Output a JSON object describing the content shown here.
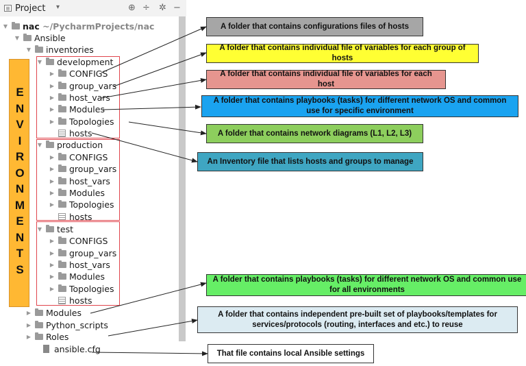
{
  "header": {
    "title": "Project"
  },
  "tree": [
    {
      "id": "nac",
      "label": "nac",
      "sublabel": "~/PycharmProjects/nac",
      "type": "folder",
      "toggle": "▼",
      "bold": true
    },
    {
      "id": "ansible",
      "label": "Ansible",
      "type": "folder",
      "toggle": "▼"
    },
    {
      "id": "inventories",
      "label": "inventories",
      "type": "folder",
      "toggle": "▼"
    },
    {
      "id": "development",
      "label": "development",
      "type": "folder",
      "toggle": "▼"
    },
    {
      "id": "dev-configs",
      "label": "CONFIGS",
      "type": "folder",
      "toggle": "▶"
    },
    {
      "id": "dev-group-vars",
      "label": "group_vars",
      "type": "folder",
      "toggle": "▶"
    },
    {
      "id": "dev-host-vars",
      "label": "host_vars",
      "type": "folder",
      "toggle": "▶"
    },
    {
      "id": "dev-modules",
      "label": "Modules",
      "type": "folder",
      "toggle": "▶"
    },
    {
      "id": "dev-topologies",
      "label": "Topologies",
      "type": "folder",
      "toggle": "▶"
    },
    {
      "id": "dev-hosts",
      "label": "hosts",
      "type": "file",
      "toggle": ""
    },
    {
      "id": "production",
      "label": "production",
      "type": "folder",
      "toggle": "▼"
    },
    {
      "id": "prod-configs",
      "label": "CONFIGS",
      "type": "folder",
      "toggle": "▶"
    },
    {
      "id": "prod-group-vars",
      "label": "group_vars",
      "type": "folder",
      "toggle": "▶"
    },
    {
      "id": "prod-host-vars",
      "label": "host_vars",
      "type": "folder",
      "toggle": "▶"
    },
    {
      "id": "prod-modules",
      "label": "Modules",
      "type": "folder",
      "toggle": "▶"
    },
    {
      "id": "prod-topologies",
      "label": "Topologies",
      "type": "folder",
      "toggle": "▶"
    },
    {
      "id": "prod-hosts",
      "label": "hosts",
      "type": "file",
      "toggle": ""
    },
    {
      "id": "test",
      "label": "test",
      "type": "folder",
      "toggle": "▼"
    },
    {
      "id": "test-configs",
      "label": "CONFIGS",
      "type": "folder",
      "toggle": "▶"
    },
    {
      "id": "test-group-vars",
      "label": "group_vars",
      "type": "folder",
      "toggle": "▶"
    },
    {
      "id": "test-host-vars",
      "label": "host_vars",
      "type": "folder",
      "toggle": "▶"
    },
    {
      "id": "test-modules",
      "label": "Modules",
      "type": "folder",
      "toggle": "▶"
    },
    {
      "id": "test-topologies",
      "label": "Topologies",
      "type": "folder",
      "toggle": "▶"
    },
    {
      "id": "test-hosts",
      "label": "hosts",
      "type": "file",
      "toggle": ""
    },
    {
      "id": "modules",
      "label": "Modules",
      "type": "folder",
      "toggle": "▶"
    },
    {
      "id": "python-scripts",
      "label": "Python_scripts",
      "type": "folder",
      "toggle": "▶"
    },
    {
      "id": "roles",
      "label": "Roles",
      "type": "folder",
      "toggle": "▶"
    },
    {
      "id": "ansible-cfg",
      "label": "ansible.cfg",
      "type": "config",
      "toggle": ""
    }
  ],
  "environments_label": [
    "E",
    "N",
    "V",
    "I",
    "R",
    "O",
    "N",
    "M",
    "E",
    "N",
    "T",
    "S"
  ],
  "callouts": [
    {
      "id": "configs",
      "text": "A folder that contains configurations files of hosts",
      "color": "#a6a6a6"
    },
    {
      "id": "group-vars",
      "text": "A folder that contains individual file of variables for each group of hosts",
      "color": "#ffff33"
    },
    {
      "id": "host-vars",
      "text": "A folder that contains individual file of variables for each host",
      "color": "#e6958f"
    },
    {
      "id": "env-modules",
      "text": "A folder that contains playbooks (tasks) for different network OS and common use for specific environment",
      "color": "#1aa3f0"
    },
    {
      "id": "topologies",
      "text": "A folder that contains network diagrams (L1, L2, L3)",
      "color": "#8dce5d"
    },
    {
      "id": "inventory-hosts",
      "text": "An Inventory file that lists hosts and groups to manage",
      "color": "#3fa6c2"
    },
    {
      "id": "common-modules",
      "text": "A folder that contains playbooks (tasks) for different network OS and common use for all environments",
      "color": "#66ee66"
    },
    {
      "id": "roles",
      "text": "A folder that contains independent pre-built set of playbooks/templates for services/protocols (routing, interfaces and etc.) to reuse",
      "color": "#dcebf2"
    },
    {
      "id": "ansible-cfg",
      "text": "That file contains local Ansible settings",
      "color": "#ffffff"
    }
  ]
}
